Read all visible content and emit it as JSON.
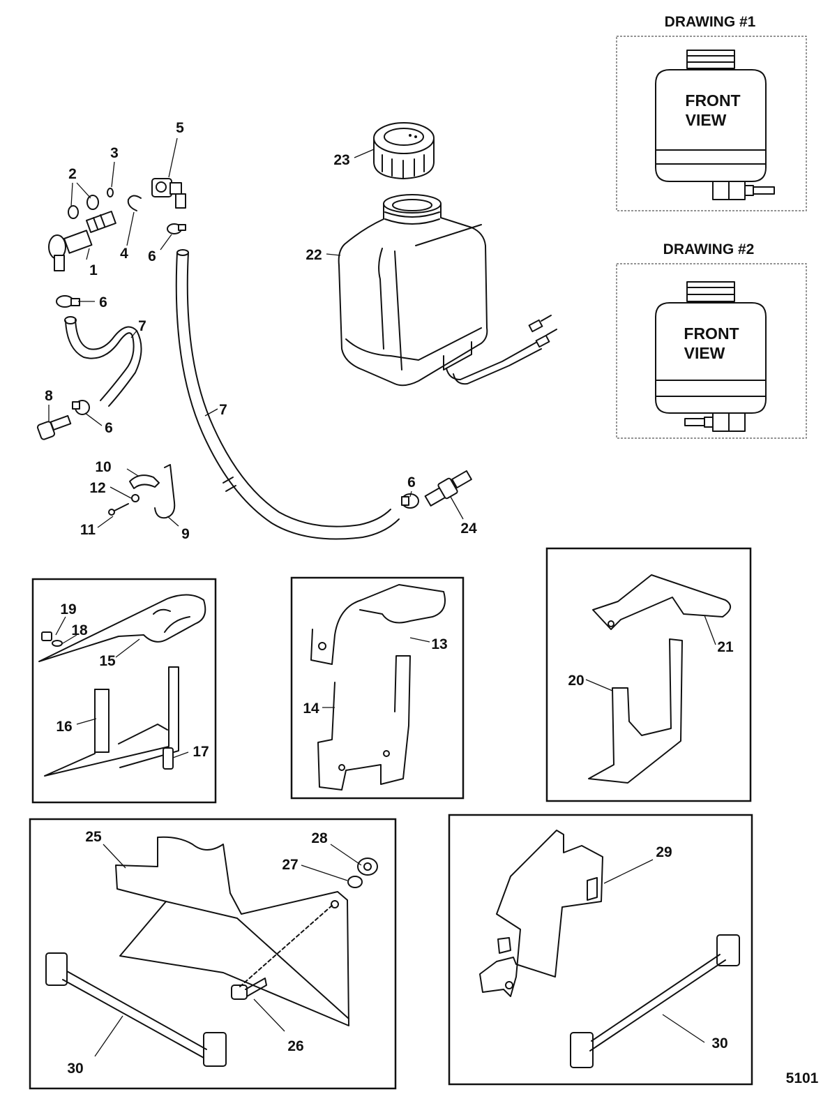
{
  "drawing1": {
    "title": "DRAWING #1",
    "front": "FRONT",
    "view": "VIEW"
  },
  "drawing2": {
    "title": "DRAWING #2",
    "front": "FRONT",
    "view": "VIEW"
  },
  "figure_number": "5101",
  "callouts": [
    {
      "id": "c1",
      "text": "1"
    },
    {
      "id": "c2",
      "text": "2"
    },
    {
      "id": "c3",
      "text": "3"
    },
    {
      "id": "c4",
      "text": "4"
    },
    {
      "id": "c5",
      "text": "5"
    },
    {
      "id": "c6a",
      "text": "6"
    },
    {
      "id": "c6b",
      "text": "6"
    },
    {
      "id": "c6c",
      "text": "6"
    },
    {
      "id": "c6d",
      "text": "6"
    },
    {
      "id": "c7a",
      "text": "7"
    },
    {
      "id": "c7b",
      "text": "7"
    },
    {
      "id": "c8",
      "text": "8"
    },
    {
      "id": "c9",
      "text": "9"
    },
    {
      "id": "c10",
      "text": "10"
    },
    {
      "id": "c11",
      "text": "11"
    },
    {
      "id": "c12",
      "text": "12"
    },
    {
      "id": "c13",
      "text": "13"
    },
    {
      "id": "c14",
      "text": "14"
    },
    {
      "id": "c15",
      "text": "15"
    },
    {
      "id": "c16",
      "text": "16"
    },
    {
      "id": "c17",
      "text": "17"
    },
    {
      "id": "c18",
      "text": "18"
    },
    {
      "id": "c19",
      "text": "19"
    },
    {
      "id": "c20",
      "text": "20"
    },
    {
      "id": "c21",
      "text": "21"
    },
    {
      "id": "c22",
      "text": "22"
    },
    {
      "id": "c23",
      "text": "23"
    },
    {
      "id": "c24",
      "text": "24"
    },
    {
      "id": "c25",
      "text": "25"
    },
    {
      "id": "c26",
      "text": "26"
    },
    {
      "id": "c27",
      "text": "27"
    },
    {
      "id": "c28",
      "text": "28"
    },
    {
      "id": "c29",
      "text": "29"
    },
    {
      "id": "c30a",
      "text": "30"
    },
    {
      "id": "c30b",
      "text": "30"
    }
  ]
}
